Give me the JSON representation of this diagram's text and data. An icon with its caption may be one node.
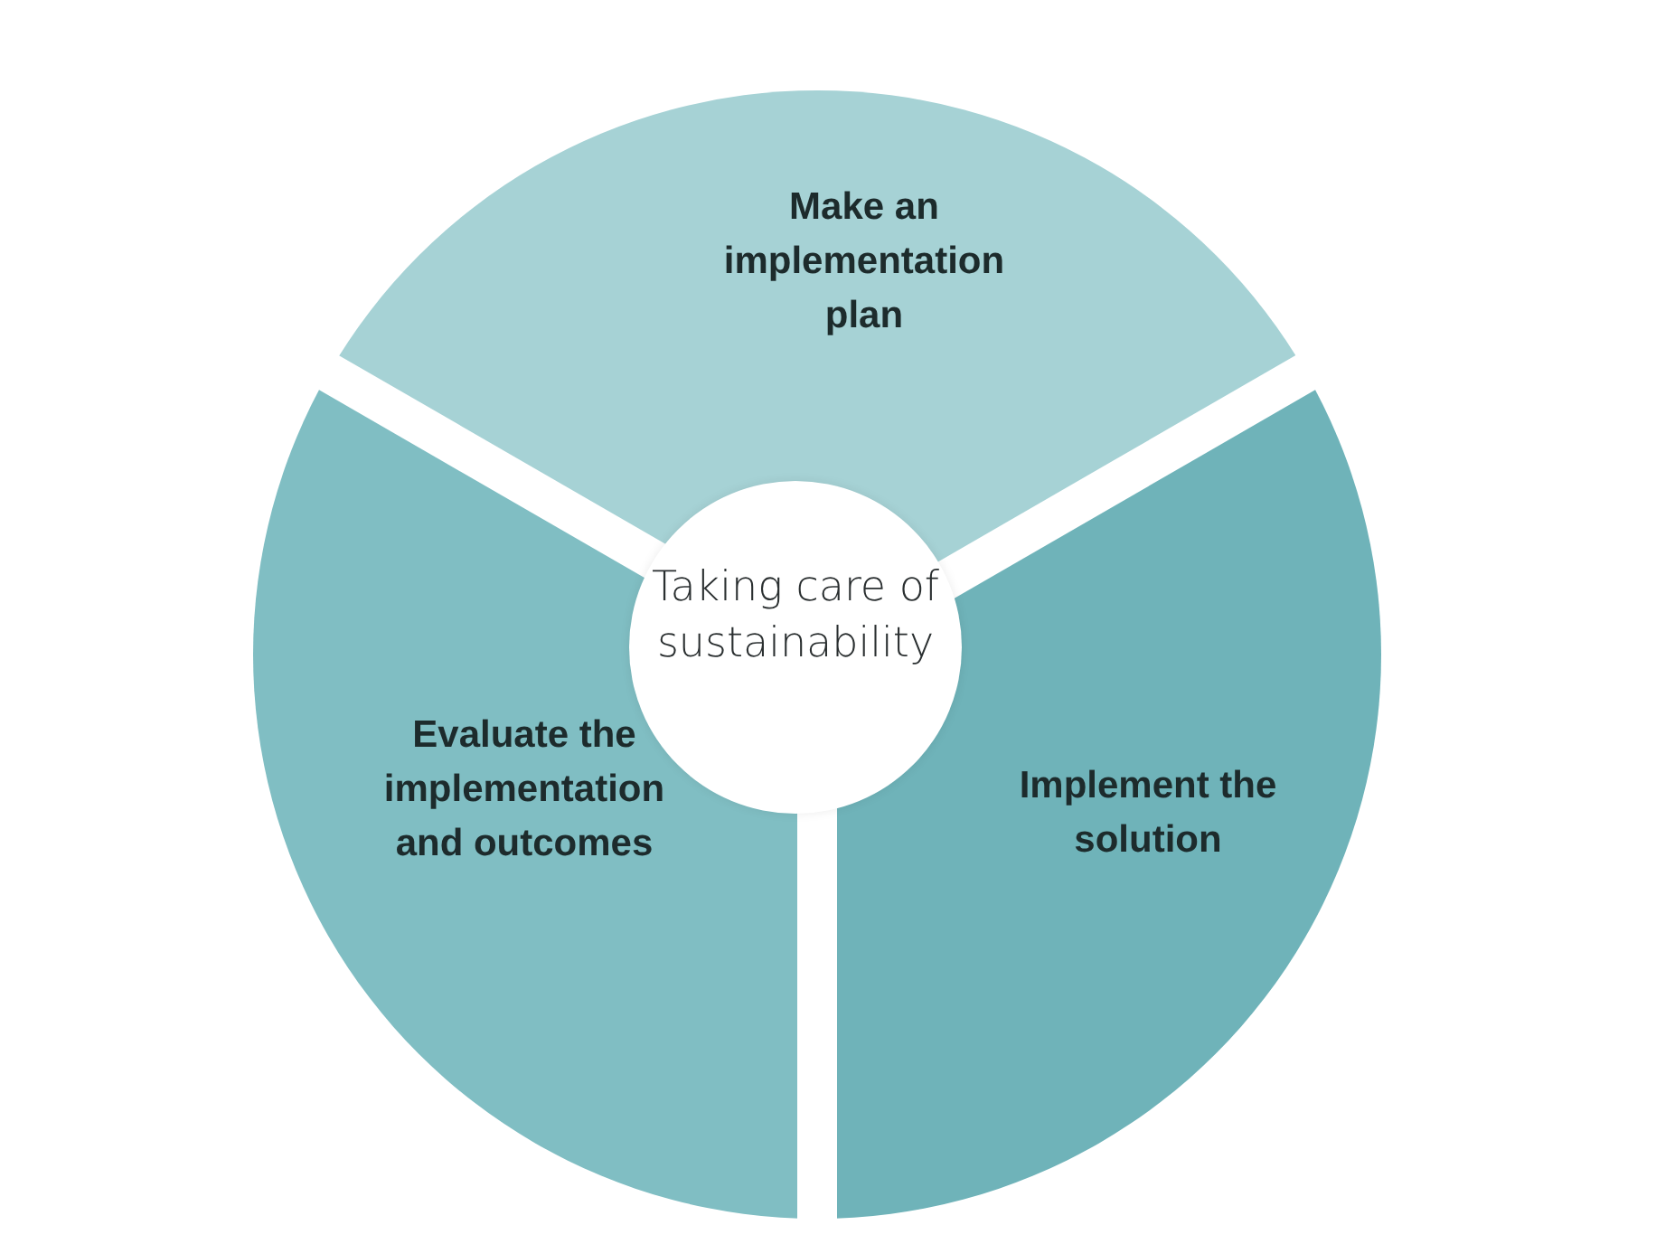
{
  "diagram": {
    "nodes": [
      {
        "text": [
          "Make an implementation plan"
        ]
      },
      {
        "text": [
          "Taking care of sustainability"
        ]
      },
      {
        "text": [
          "Evaluate the implementation and outcomes"
        ]
      },
      {
        "text": [
          "Implement the solution"
        ]
      }
    ],
    "edges": []
  }
}
